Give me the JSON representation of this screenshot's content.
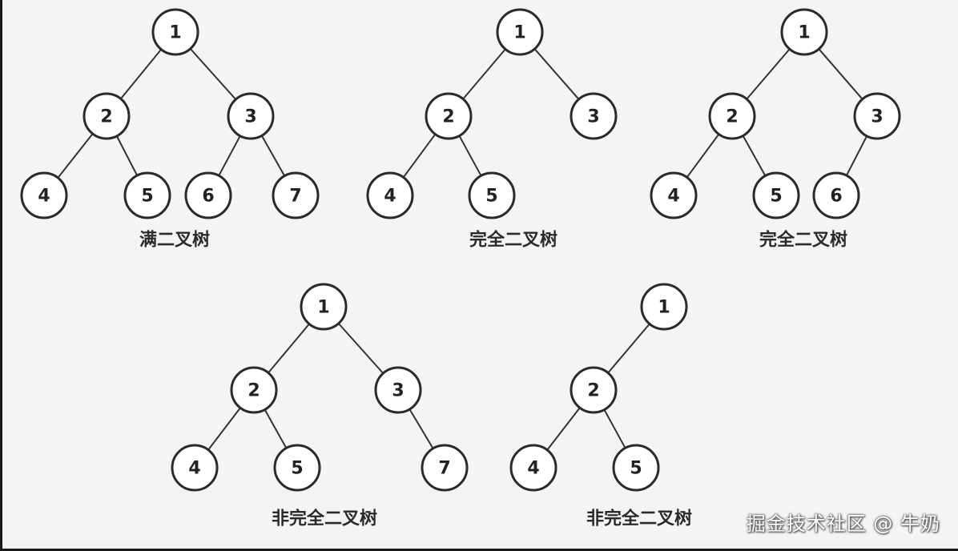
{
  "trees": [
    {
      "caption": "满二叉树",
      "nodes": [
        "1",
        "2",
        "3",
        "4",
        "5",
        "6",
        "7"
      ],
      "edges": [
        [
          "1",
          "2"
        ],
        [
          "1",
          "3"
        ],
        [
          "2",
          "4"
        ],
        [
          "2",
          "5"
        ],
        [
          "3",
          "6"
        ],
        [
          "3",
          "7"
        ]
      ]
    },
    {
      "caption": "完全二叉树",
      "nodes": [
        "1",
        "2",
        "3",
        "4",
        "5"
      ],
      "edges": [
        [
          "1",
          "2"
        ],
        [
          "1",
          "3"
        ],
        [
          "2",
          "4"
        ],
        [
          "2",
          "5"
        ]
      ]
    },
    {
      "caption": "完全二叉树",
      "nodes": [
        "1",
        "2",
        "3",
        "4",
        "5",
        "6"
      ],
      "edges": [
        [
          "1",
          "2"
        ],
        [
          "1",
          "3"
        ],
        [
          "2",
          "4"
        ],
        [
          "2",
          "5"
        ],
        [
          "3",
          "6"
        ]
      ]
    },
    {
      "caption": "非完全二叉树",
      "nodes": [
        "1",
        "2",
        "3",
        "4",
        "5",
        "7"
      ],
      "edges": [
        [
          "1",
          "2"
        ],
        [
          "1",
          "3"
        ],
        [
          "2",
          "4"
        ],
        [
          "2",
          "5"
        ],
        [
          "3",
          "7"
        ]
      ]
    },
    {
      "caption": "非完全二叉树",
      "nodes": [
        "1",
        "2",
        "4",
        "5"
      ],
      "edges": [
        [
          "1",
          "2"
        ],
        [
          "2",
          "4"
        ],
        [
          "2",
          "5"
        ]
      ]
    }
  ],
  "watermark": "掘金技术社区 @ 牛奶"
}
